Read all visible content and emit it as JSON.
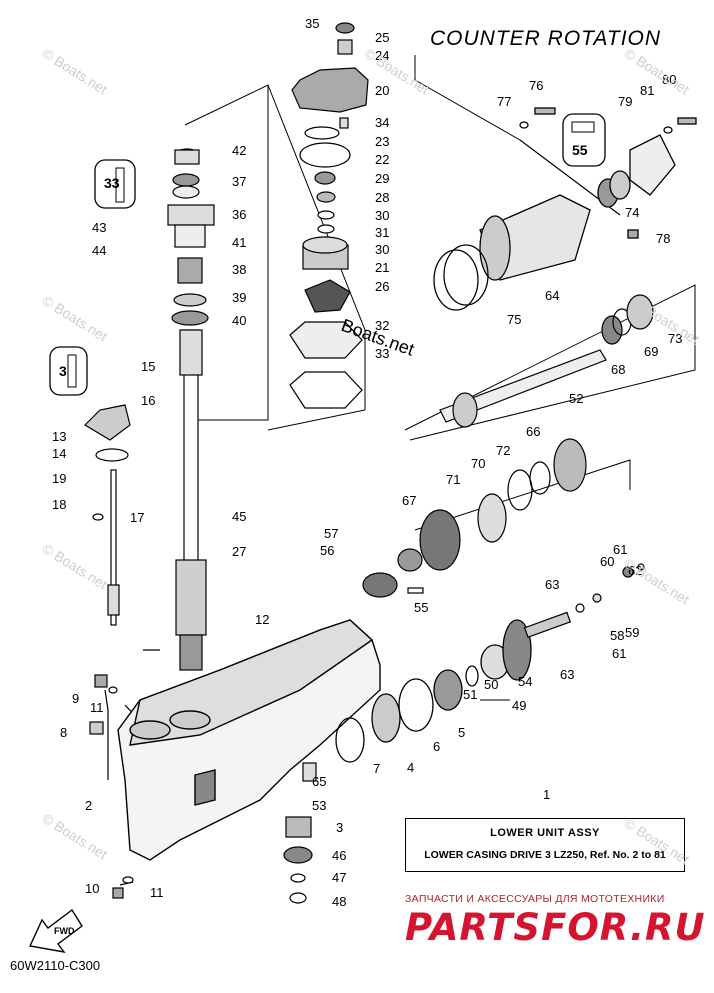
{
  "header": {
    "title": "COUNTER ROTATION"
  },
  "footer": {
    "code": "60W2110-C300"
  },
  "assembly_box": {
    "line1": "LOWER UNIT ASSY",
    "line2": "LOWER CASING DRIVE 3 LZ250, Ref. No. 2 to 81"
  },
  "shop": {
    "tagline": "ЗАПЧАСТИ И АКСЕССУАРЫ ДЛЯ МОТОТЕХНИКИ",
    "logo": "PARTSFOR.RU"
  },
  "watermark": {
    "text": "© Boats.net",
    "center_text": "Boats.net"
  },
  "fwd_label": "FWD",
  "insets": [
    "33",
    "3",
    "55"
  ],
  "callouts": [
    "35",
    "25",
    "24",
    "20",
    "34",
    "23",
    "22",
    "29",
    "28",
    "30",
    "31",
    "30",
    "21",
    "26",
    "32",
    "33",
    "42",
    "37",
    "36",
    "41",
    "38",
    "39",
    "40",
    "43",
    "44",
    "15",
    "16",
    "13",
    "14",
    "19",
    "18",
    "17",
    "45",
    "27",
    "12",
    "9",
    "11",
    "8",
    "2",
    "10",
    "11",
    "3",
    "46",
    "47",
    "48",
    "53",
    "65",
    "7",
    "4",
    "6",
    "5",
    "51",
    "50",
    "49",
    "54",
    "63",
    "58",
    "59",
    "61",
    "62",
    "60",
    "61",
    "63",
    "57",
    "56",
    "55",
    "67",
    "71",
    "70",
    "72",
    "66",
    "52",
    "68",
    "69",
    "73",
    "75",
    "64",
    "74",
    "78",
    "76",
    "77",
    "79",
    "81",
    "80",
    "1"
  ]
}
